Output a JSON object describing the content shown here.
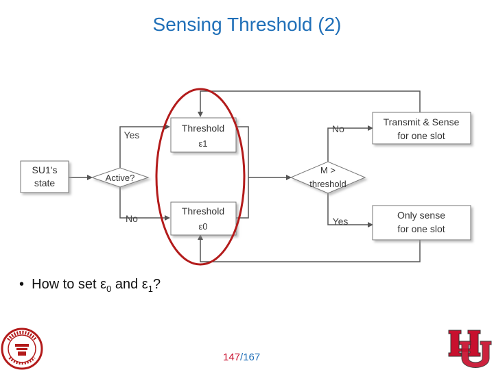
{
  "title": "Sensing Threshold (2)",
  "diagram": {
    "su_state": [
      "SU1's",
      "state"
    ],
    "active": "Active?",
    "yes_upper": "Yes",
    "no_lower": "No",
    "threshold1": [
      "Threshold",
      "ε1"
    ],
    "threshold0": [
      "Threshold",
      "ε0"
    ],
    "decision": [
      "M >",
      "threshold"
    ],
    "no_right": "No",
    "yes_right": "Yes",
    "transmit": [
      "Transmit & Sense",
      "for one slot"
    ],
    "only_sense": [
      "Only sense",
      "for one slot"
    ]
  },
  "bullet": {
    "prefix": "How to set ε",
    "sub0": "0",
    "middle": " and ε",
    "sub1": "1",
    "suffix": "?"
  },
  "page": {
    "current": "147",
    "separator": "/",
    "total": "167"
  },
  "colors": {
    "title": "#1f6fb8",
    "highlight": "#b31b1b",
    "logo_red": "#c8102e"
  }
}
